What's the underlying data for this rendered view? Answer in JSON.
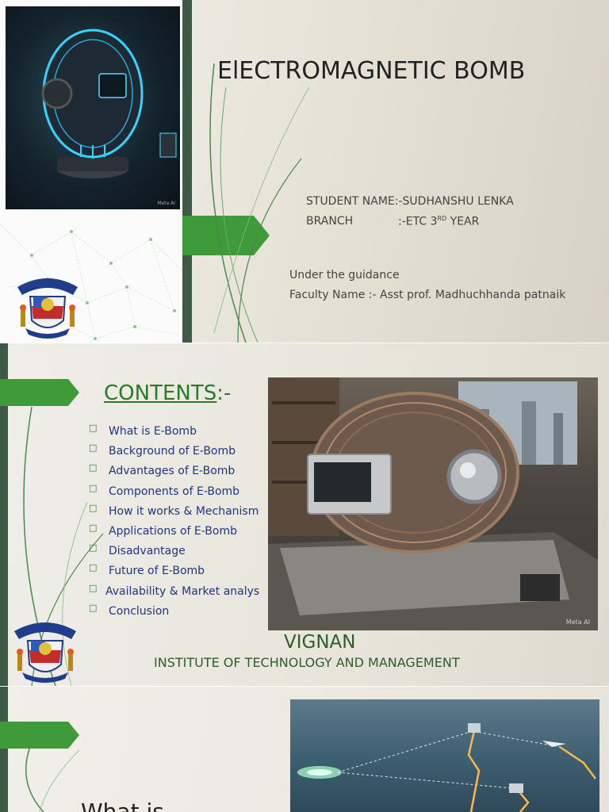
{
  "slide1": {
    "title": "ElECTROMAGNETIC BOMB",
    "student_line": "STUDENT NAME:-SUDHANSHU LENKA",
    "branch_label": "BRANCH",
    "branch_value": ":-ETC 3",
    "branch_superscript": "RD",
    "branch_suffix": " YEAR",
    "guidance_line": "Under the guidance",
    "faculty_line": "Faculty Name :- Asst prof.  Madhuchhanda  patnaik",
    "image_watermark": "Meta AI"
  },
  "slide2": {
    "heading_underlined": "CONTENTS",
    "heading_suffix": ":-",
    "items": [
      "What is E-Bomb",
      "Background of   E-Bomb",
      "Advantages of E-Bomb",
      "Components of E-Bomb",
      "How it works & Mechanism",
      "Applications of E-Bomb",
      "Disadvantage",
      "Future of E-Bomb",
      "Availability & Market analys",
      "Conclusion"
    ],
    "institute_name": "VIGNAN",
    "institute_subtitle": "INSTITUTE OF TECHNOLOGY AND MANAGEMENT",
    "image_watermark": "Meta AI"
  },
  "slide3": {
    "heading_partial": "What is"
  },
  "colors": {
    "accent_green": "#3f9a3a",
    "dark_green": "#3e5a46",
    "contents_green": "#2a7a2a",
    "list_blue": "#1f3580",
    "institute_green": "#2e5d2a",
    "title_dark": "#222222"
  }
}
